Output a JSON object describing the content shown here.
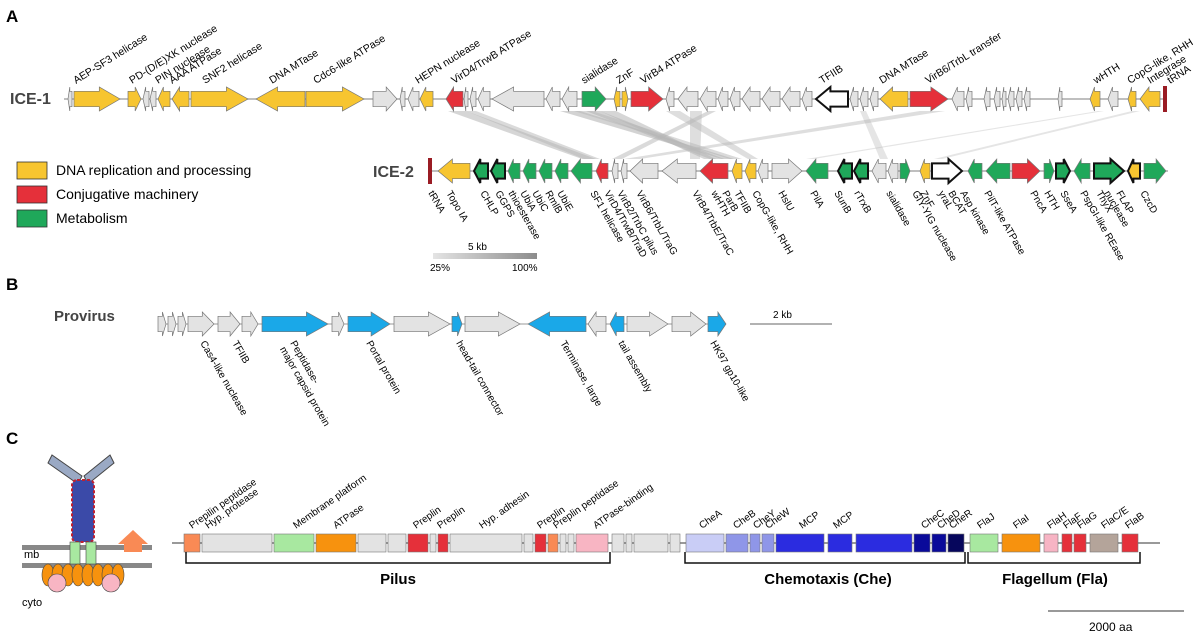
{
  "panels": {
    "a": "A",
    "b": "B",
    "c": "C"
  },
  "colors": {
    "dna": "#f7c530",
    "conj": "#e5303a",
    "metab": "#1fa85a",
    "gray": "#e3e3e3",
    "phage": "#1aa8e8",
    "outline": "#222222",
    "link": "#b5b5b5",
    "chrom": "#9a1c24",
    "che_light": "#c9cdf6",
    "che_mid": "#8f96e8",
    "che_blue": "#2b2ce0",
    "che_dark": "#0a0a9a",
    "che_navy": "#06065c",
    "pilin_green": "#a8e8a0",
    "atpase_orange": "#f7920e",
    "prepeptidase": "#f98a55",
    "atp_binding_pink": "#f8b5c3",
    "fla_brown": "#b4a49a",
    "fla_pink": "#f7b4c4"
  },
  "legend": {
    "dna": "DNA replication and processing",
    "conj": "Conjugative machinery",
    "metab": "Metabolism"
  },
  "ice1": {
    "name": "ICE-1",
    "labels": [
      "AEP-SF3 helicase",
      "PD-(D/E)XK nuclease",
      "PIN nuclease",
      "AAA ATPase",
      "SNF2 helicase",
      "DNA MTase",
      "Cdc6-like ATPase",
      "HEPN nuclease",
      "VirD4/TrwB ATPase",
      "sialidase",
      "ZnF",
      "VirB4 ATPase",
      "TFIIB",
      "DNA MTase",
      "VirB6/TrbL transfer",
      "wHTH",
      "CopG-like, RHH",
      "Integrase",
      "tRNA"
    ]
  },
  "ice2": {
    "name": "ICE-2",
    "labels": [
      "tRNA",
      "Topo IA",
      "CHLP",
      "GGPS",
      "thioesterase",
      "UbiA",
      "UbiC",
      "RmlB",
      "UbiE",
      "SF1 helicase",
      "VirD4/TrwB/TraD",
      "VirB2/TrbC pilus",
      "VirB6/TrbL/TraG",
      "VirB4/TrbE/TraC",
      "wHTH",
      "ParB",
      "TFIIB",
      "CopG-like, RHH",
      "HslU",
      "PilA",
      "SunB",
      "rTrxB",
      "sialidase",
      "GIY-YIG nuclease",
      "ZnF",
      "yraL",
      "BCAT",
      "Asp kinase",
      "PilT-like ATPase",
      "PncA",
      "HTH",
      "SseA",
      "PspGI-like REase",
      "ThyX",
      "nuclease",
      "FLAP",
      "CzcD"
    ]
  },
  "scale_a": {
    "kb": "5 kb",
    "min": "25%",
    "max": "100%"
  },
  "provirus": {
    "name": "Provirus",
    "labels": [
      "Cas4-like nuclease",
      "TFIIB",
      "Peptidase-\nmajor capsid protein",
      "Portal protein",
      "head-tail connector",
      "Terminase, large",
      "tail assembly",
      "HK97 gp10-like"
    ],
    "scale": "2 kb"
  },
  "c": {
    "mb": "mb",
    "cyto": "cyto",
    "genes_top": [
      "Prepilin peptidase",
      "Hyp. protease",
      "Membrane platform",
      "ATPase",
      "Preplin",
      "Preplin",
      "Hyp. adhesin",
      "Preplin",
      "Preplin peptidase",
      "ATPase-binding",
      "CheA",
      "CheB",
      "CheY",
      "CheW",
      "MCP",
      "MCP",
      "CheC",
      "CheD",
      "CheR",
      "FlaJ",
      "FlaI",
      "FlaH",
      "FlaF",
      "FlaG",
      "FlaC/E",
      "FlaB"
    ],
    "groups": [
      "Pilus",
      "Chemotaxis (Che)",
      "Flagellum (Fla)"
    ],
    "scale": "2000 aa"
  }
}
